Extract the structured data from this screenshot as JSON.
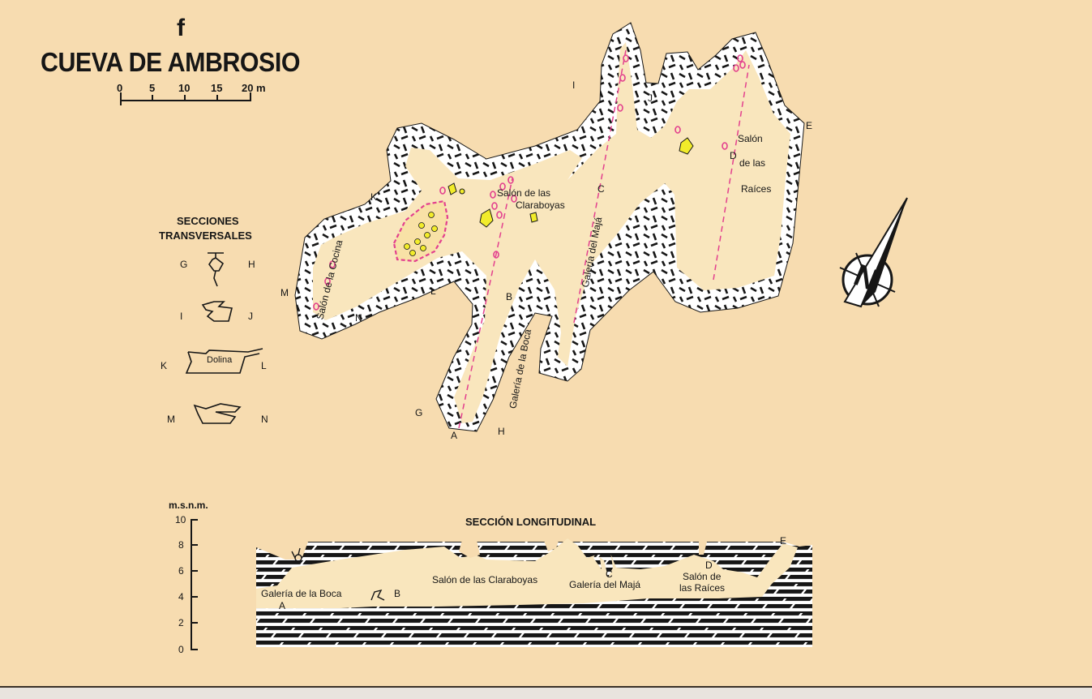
{
  "title_letter": "f",
  "title": "CUEVA DE AMBROSIO",
  "colors": {
    "background": "#f7dcb0",
    "cave_floor": "#f9e6bd",
    "rock": "#161616",
    "marker": "#e3408e",
    "blocks": "#f2ec2a"
  },
  "scale_bar": {
    "ticks": [
      "0",
      "5",
      "10",
      "15",
      "20"
    ],
    "unit": "m"
  },
  "plan": {
    "rooms": {
      "cocina": "Salón de la Cocina",
      "claraboyas_line1": "Salón de las",
      "claraboyas_line2": "Claraboyas",
      "maja": "Galería del Majá",
      "boca": "Galería de la Boca",
      "raices_line1": "Salón",
      "raices_line2": "de las",
      "raices_line3": "Raíces"
    },
    "points": [
      "A",
      "B",
      "C",
      "D",
      "E"
    ],
    "section_letters": [
      "G",
      "H",
      "I",
      "J",
      "K",
      "L",
      "M",
      "N"
    ]
  },
  "sections": {
    "heading_line1": "SECCIONES",
    "heading_line2": "TRANSVERSALES",
    "items": [
      {
        "left": "G",
        "right": "H",
        "label": ""
      },
      {
        "left": "I",
        "right": "J",
        "label": ""
      },
      {
        "left": "K",
        "right": "L",
        "label": "Dolina"
      },
      {
        "left": "M",
        "right": "N",
        "label": ""
      }
    ]
  },
  "north_arrow": {
    "letter": "N"
  },
  "elevation": {
    "unit": "m.s.n.m.",
    "ticks": [
      "10",
      "8",
      "6",
      "4",
      "2",
      "0"
    ]
  },
  "longitudinal": {
    "heading": "SECCIÓN LONGITUDINAL",
    "labels": {
      "boca": "Galería de la Boca",
      "claraboyas": "Salón de las Claraboyas",
      "maja": "Galería del Majá",
      "raices_line1": "Salón de",
      "raices_line2": "las Raíces"
    },
    "points": [
      "A",
      "B",
      "C",
      "D",
      "E"
    ]
  }
}
